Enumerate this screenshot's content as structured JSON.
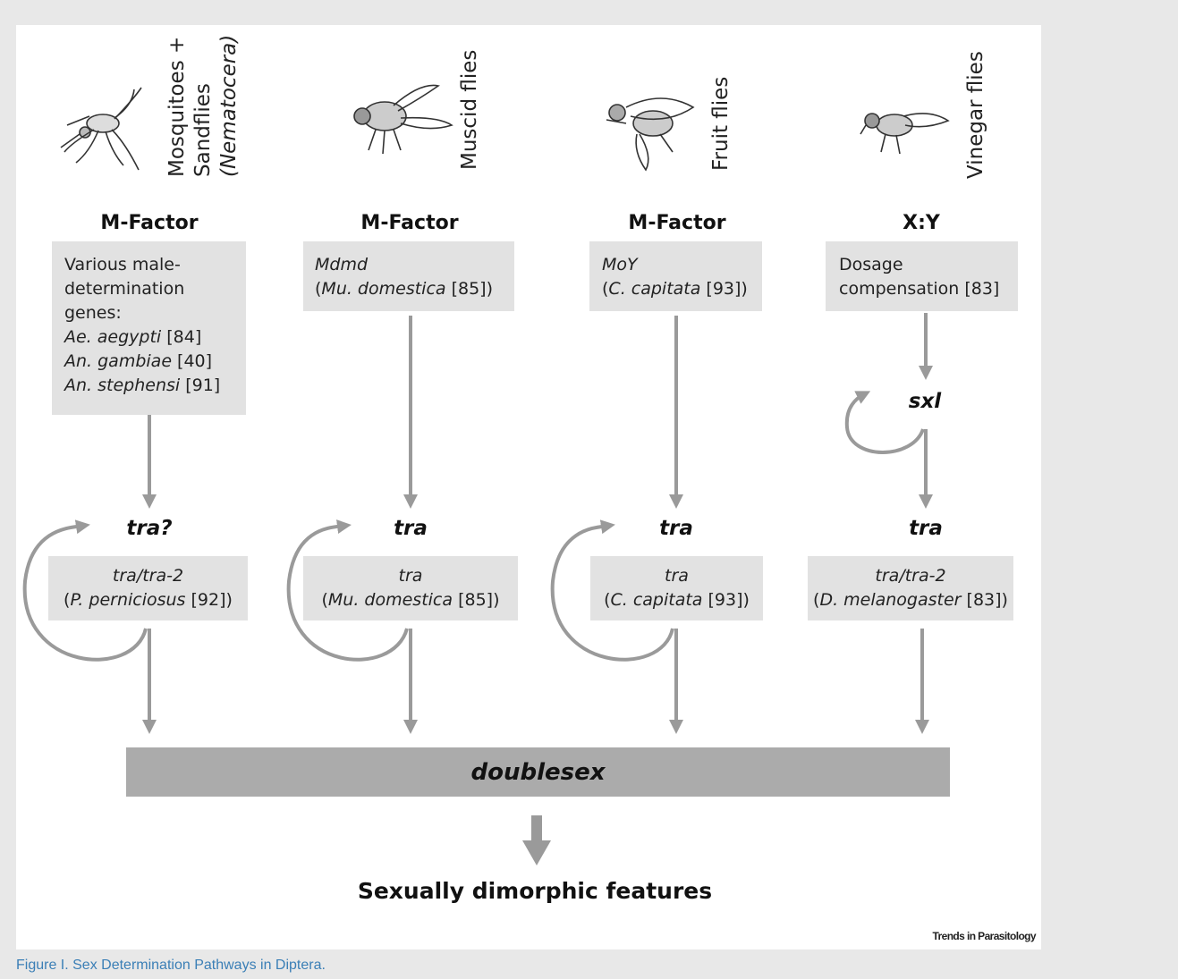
{
  "columns": [
    {
      "group_label": [
        "Mosquitoes +",
        "Sandflies",
        "(Nematocera)"
      ],
      "factor": "M-Factor",
      "trigger_lines": [
        [
          {
            "t": "Various male-",
            "i": false
          }
        ],
        [
          {
            "t": "determination",
            "i": false
          }
        ],
        [
          {
            "t": "genes:",
            "i": false
          }
        ],
        [
          {
            "t": "Ae. aegypti",
            "i": true
          },
          {
            "t": " [84]",
            "i": false
          }
        ],
        [
          {
            "t": "An. gambiae",
            "i": true
          },
          {
            "t": " [40]",
            "i": false
          }
        ],
        [
          {
            "t": "An. stephensi",
            "i": true
          },
          {
            "t": " [91]",
            "i": false
          }
        ]
      ],
      "gene": "tra?",
      "gene_box_lines": [
        [
          {
            "t": "tra/tra-2",
            "i": true
          }
        ],
        [
          {
            "t": "(",
            "i": false
          },
          {
            "t": "P. perniciosus",
            "i": true
          },
          {
            "t": " [92])",
            "i": false
          }
        ]
      ]
    },
    {
      "group_label": [
        "Muscid flies"
      ],
      "factor": "M-Factor",
      "trigger_lines": [
        [
          {
            "t": "Mdmd",
            "i": true
          }
        ],
        [
          {
            "t": "(",
            "i": false
          },
          {
            "t": "Mu. domestica",
            "i": true
          },
          {
            "t": " [85])",
            "i": false
          }
        ]
      ],
      "gene": "tra",
      "gene_box_lines": [
        [
          {
            "t": "tra",
            "i": true
          }
        ],
        [
          {
            "t": "(",
            "i": false
          },
          {
            "t": "Mu. domestica",
            "i": true
          },
          {
            "t": " [85])",
            "i": false
          }
        ]
      ]
    },
    {
      "group_label": [
        "Fruit flies"
      ],
      "factor": "M-Factor",
      "trigger_lines": [
        [
          {
            "t": "MoY",
            "i": true
          }
        ],
        [
          {
            "t": "(",
            "i": false
          },
          {
            "t": "C. capitata",
            "i": true
          },
          {
            "t": " [93])",
            "i": false
          }
        ]
      ],
      "gene": "tra",
      "gene_box_lines": [
        [
          {
            "t": "tra",
            "i": true
          }
        ],
        [
          {
            "t": "(",
            "i": false
          },
          {
            "t": "C. capitata",
            "i": true
          },
          {
            "t": " [93])",
            "i": false
          }
        ]
      ]
    },
    {
      "group_label": [
        "Vinegar flies"
      ],
      "factor": "X:Y",
      "trigger_lines": [
        [
          {
            "t": "Dosage",
            "i": false
          }
        ],
        [
          {
            "t": "compensation [83]",
            "i": false
          }
        ]
      ],
      "intermediate_gene": "sxl",
      "gene": "tra",
      "gene_box_lines": [
        [
          {
            "t": "tra/tra-2",
            "i": true
          }
        ],
        [
          {
            "t": "(",
            "i": false
          },
          {
            "t": "D. melanogaster",
            "i": true
          },
          {
            "t": " [83])",
            "i": false
          }
        ]
      ]
    }
  ],
  "common_gene": "doublesex",
  "outcome": "Sexually dimorphic features",
  "credit": "Trends in Parasitology",
  "caption": "Figure I. Sex Determination Pathways in Diptera.",
  "icons": [
    "mosquito-icon",
    "housefly-icon",
    "fruit-fly-icon",
    "vinegar-fly-icon"
  ],
  "colors": {
    "background": "#e8e8e8",
    "panel": "#ffffff",
    "box": "#e2e2e2",
    "doublesex_bar": "#ababab",
    "arrow": "#9a9a9a",
    "caption": "#3b7fb6"
  }
}
